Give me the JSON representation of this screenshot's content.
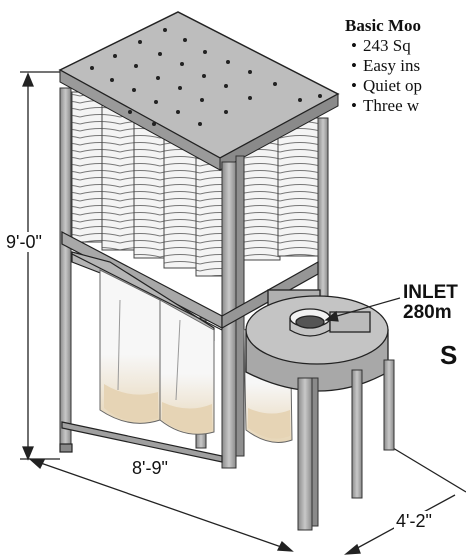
{
  "specs": {
    "title": "Basic Moo",
    "bullets": [
      "243 Sq",
      "Easy ins",
      "Quiet op",
      "Three w"
    ]
  },
  "inlet": {
    "line1": "INLET",
    "line2": "280m"
  },
  "side_letter": "S",
  "dimensions": {
    "height": "9'-0\"",
    "width": "8'-9\"",
    "depth": "4'-2\""
  },
  "colors": {
    "frame": "#a9a9a9",
    "frame_dark": "#7d7d7d",
    "top_plate": "#bdbdbd",
    "filter_pleat": "#d9d9d9",
    "dust_bag": "#efe7d6",
    "dust_settled": "#e6d4b5",
    "line": "#222222"
  },
  "icons": [
    "dust-collector-illustration",
    "dimension-arrow",
    "inlet-pointer-arrow"
  ]
}
